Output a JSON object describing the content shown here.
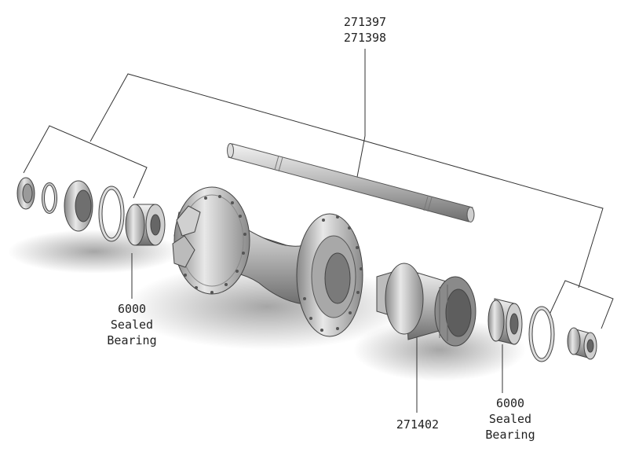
{
  "labels": {
    "axle_part_1": "271397",
    "axle_part_2": "271398",
    "bearing_left": [
      "6000",
      "Sealed",
      "Bearing"
    ],
    "freehub_part": "271402",
    "bearing_right": [
      "6000",
      "Sealed",
      "Bearing"
    ]
  },
  "colors": {
    "line": "#333333",
    "metal_light": "#e6e6e6",
    "metal_mid": "#b8b8b8",
    "metal_dark": "#7a7a7a",
    "text": "#222222"
  }
}
